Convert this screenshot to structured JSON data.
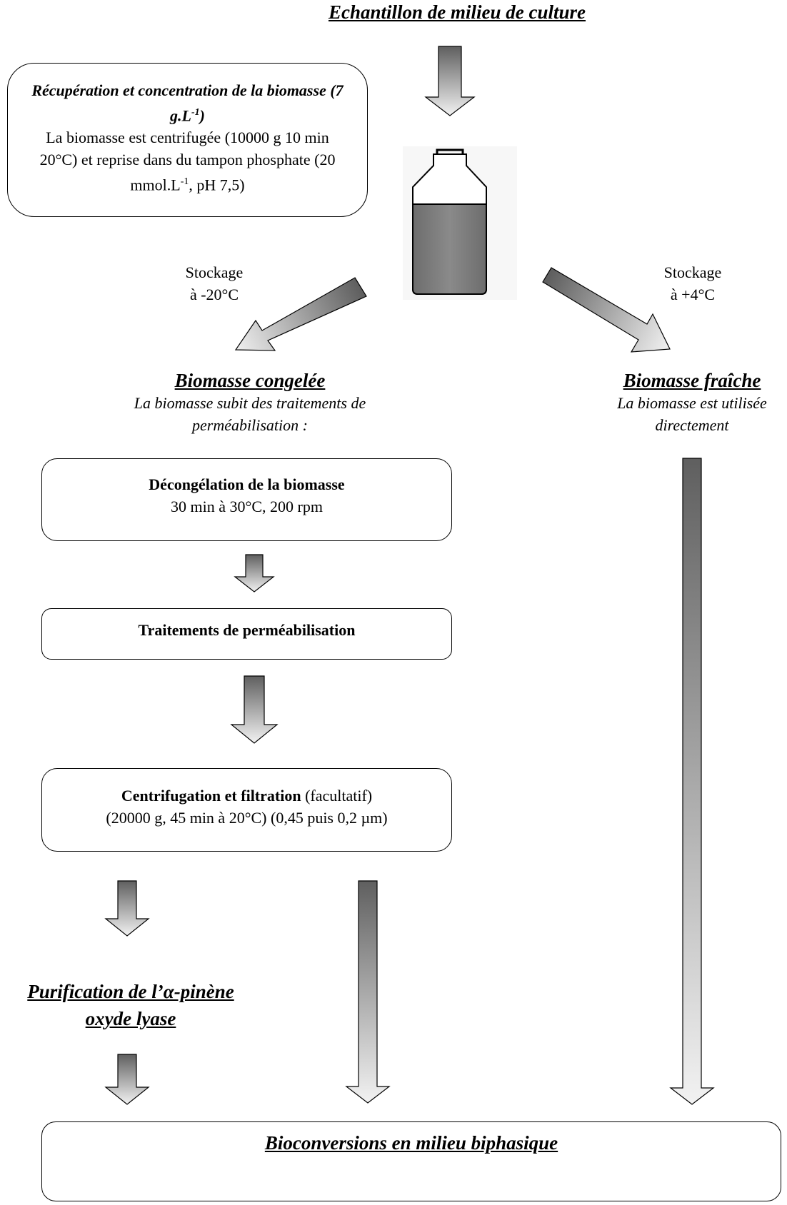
{
  "top_title": "Echantillon de milieu de culture",
  "recovery_box": {
    "heading_part1": "Récupération et concentration de la biomasse (7 g.L",
    "heading_sup": "-1",
    "heading_part2": ")",
    "body_part1": "La biomasse est centrifugée (10000 g 10 min 20°C) et reprise dans du tampon phosphate (20 mmol.L",
    "body_sup": "-1",
    "body_part2": ", pH 7,5)"
  },
  "storage_left": {
    "line1": "Stockage",
    "line2": "à -20°C"
  },
  "storage_right": {
    "line1": "Stockage",
    "line2": "à +4°C"
  },
  "frozen": {
    "title": "Biomasse congelée",
    "desc_line1": "La biomasse subit des traitements de",
    "desc_line2": "perméabilisation :"
  },
  "fresh": {
    "title": "Biomasse fraîche",
    "desc_line1": "La biomasse est utilisée",
    "desc_line2": "directement"
  },
  "thaw_box": {
    "title": "Décongélation de la biomasse",
    "detail": "30 min à 30°C, 200 rpm"
  },
  "perm_box": {
    "title": "Traitements de perméabilisation"
  },
  "centri_box": {
    "title": "Centrifugation et filtration",
    "title_suffix": " (facultatif)",
    "detail": "(20000 g, 45 min à 20°C) (0,45 puis 0,2 µm)"
  },
  "purification": {
    "line1": "Purification de l’α-pinène",
    "line2": "oxyde lyase"
  },
  "bioconv_box": {
    "title": "Bioconversions en milieu biphasique"
  },
  "colors": {
    "arrow_dark": "#5f5f5f",
    "arrow_light": "#eeeeee",
    "liquid": "#7f7f7f"
  }
}
